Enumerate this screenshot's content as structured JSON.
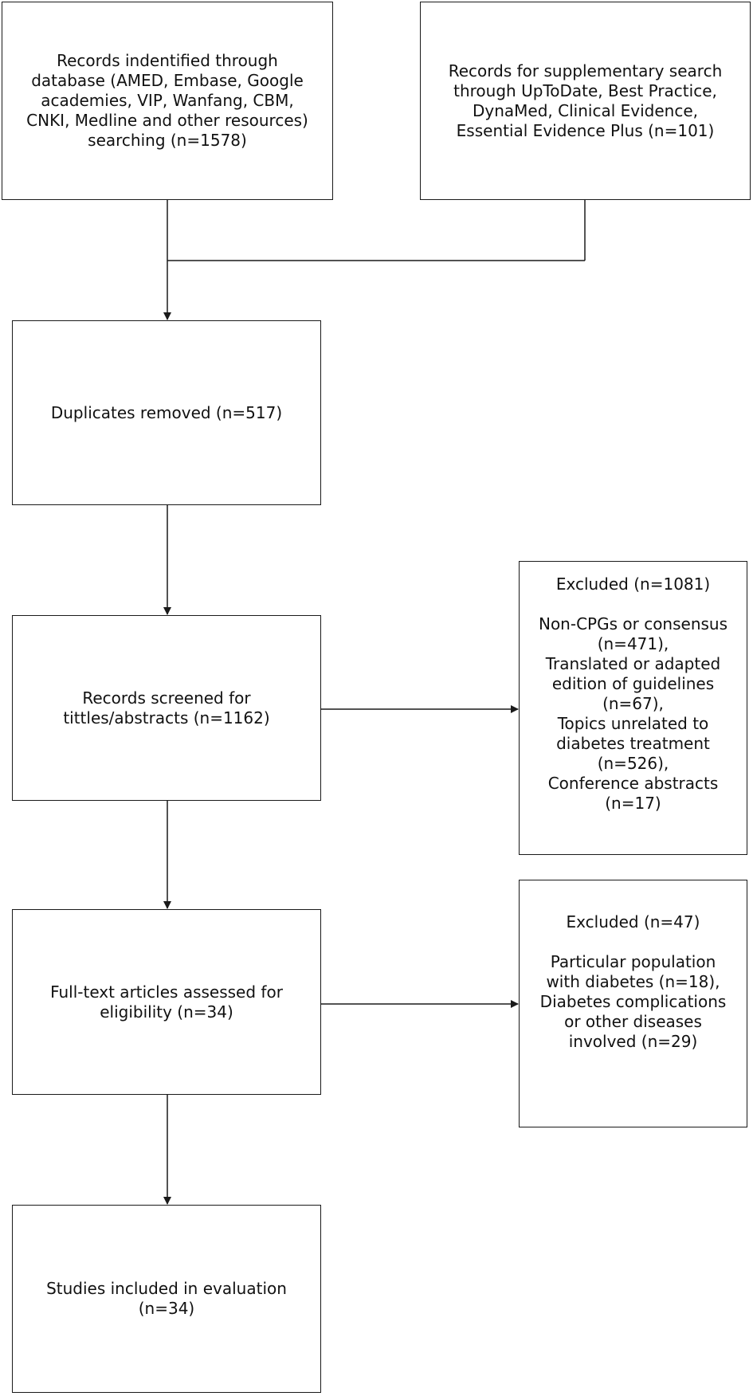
{
  "boxes": {
    "records_database": {
      "lines": [
        "Records indentified through",
        "database (AMED, Embase, Google",
        "academies, VIP, Wanfang, CBM,",
        "CNKI, Medline and other resources)",
        "searching (n=1578)"
      ]
    },
    "records_supplement": {
      "lines": [
        "Records for supplementary search",
        "through UpToDate, Best Practice,",
        "DynaMed, Clinical Evidence,",
        "Essential Evidence Plus (n=101)"
      ]
    },
    "duplicates": {
      "lines": [
        "Duplicates removed (n=517)"
      ]
    },
    "screened": {
      "lines": [
        "Records screened for",
        "tittles/abstracts (n=1162)"
      ]
    },
    "excluded_1": {
      "heading": "Excluded (n=1081)",
      "lines": [
        "Non-CPGs or consensus",
        "(n=471),",
        "Translated or adapted",
        "edition of guidelines",
        "(n=67),",
        "Topics unrelated to",
        "diabetes treatment",
        "(n=526),",
        "Conference abstracts",
        "(n=17)"
      ]
    },
    "fulltext": {
      "lines": [
        "Full-text articles assessed for",
        "eligibility (n=34)"
      ]
    },
    "excluded_2": {
      "heading": "Excluded (n=47)",
      "lines": [
        "Particular population",
        "with diabetes (n=18),",
        "Diabetes complications",
        "or other diseases",
        "involved (n=29)"
      ]
    },
    "included": {
      "lines": [
        "Studies included in evaluation",
        "(n=34)"
      ]
    }
  },
  "colors": {
    "line": "#1a1a1a",
    "text": "#111111",
    "background": "#ffffff"
  }
}
